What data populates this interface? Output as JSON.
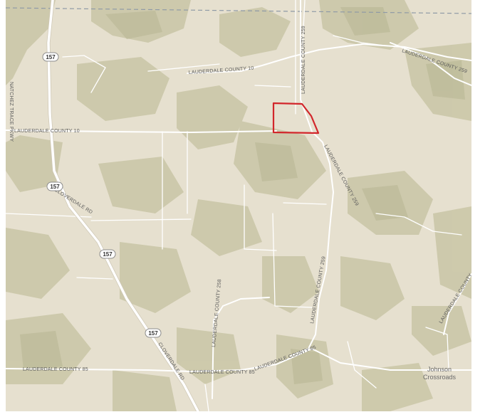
{
  "colors": {
    "land": "#e6e0cf",
    "forest": "#c9c6a6",
    "forest_dark": "#b9b894",
    "road": "#ffffff",
    "boundary": "#d2262b",
    "state_line": "#8f9aa6"
  },
  "roads": {
    "county_10_north": "LAUDERDALE COUNTY 10",
    "county_10_west": "LAUDERDALE COUNTY 10",
    "county_259_north": "LAUDERDALE COUNTY 259",
    "county_259_ne": "LAUDERDALE COUNTY 259",
    "county_259_mid": "LAUDERDALE COUNTY 259",
    "county_259_south": "LAUDERDALE COUNTY 259",
    "county_258": "LAUDERDALE COUNTY 258",
    "county_85_west": "LAUDERDALE COUNTY 85",
    "county_85_center": "LAUDERDALE COUNTY 85",
    "county_85_east": "LAUDERDALE COUNTY 85",
    "cloverdale_north": "CLOVERDALE RD",
    "cloverdale_south": "CLOVERDALE RD",
    "county_east_edge": "LAUDERDALE COUNTY",
    "edge_vertical": "NATCHEZ TRACE PKWY"
  },
  "shields": [
    "157",
    "157",
    "157",
    "157"
  ],
  "places": {
    "johnson_line1": "Johnson",
    "johnson_line2": "Crossroads"
  },
  "icons": {
    "highway_shield": "highway-shield-icon",
    "parcel_outline": "parcel-boundary-icon"
  }
}
